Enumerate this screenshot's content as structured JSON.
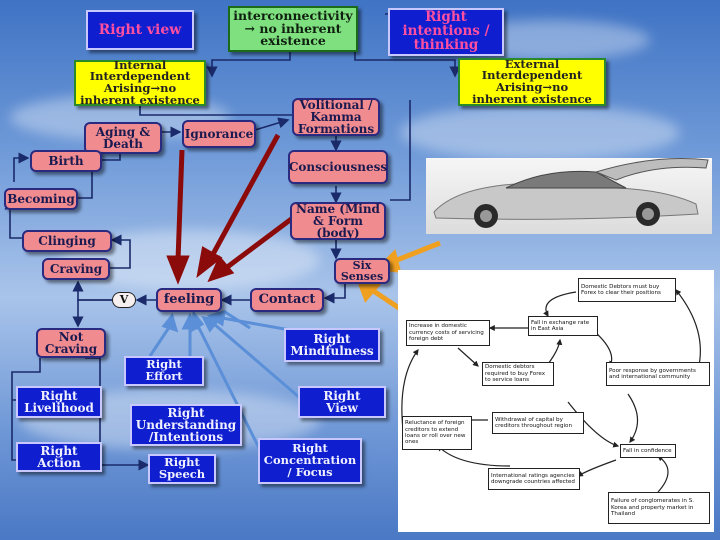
{
  "nodes": {
    "right_view": "Right view",
    "interconnectivity": "interconnectivity\n→ no inherent\nexistence",
    "right_intentions": "Right\nintentions /\nthinking",
    "internal": "Internal\nInterdependent\nArising→no\ninherent existence",
    "external": "External\nInterdependent\nArising→no\ninherent existence",
    "aging_death": "Aging &\nDeath",
    "ignorance": "Ignorance",
    "volitional": "Volitional /\nKamma\nFormations",
    "birth": "Birth",
    "consciousness": "Consciousness",
    "becoming": "Becoming",
    "name_form": "Name (Mind\n& Form\n(body)",
    "clinging": "Clinging",
    "craving": "Craving",
    "six_senses": "Six\nSenses",
    "v": "V",
    "feeling": "feeling",
    "contact": "Contact",
    "not_craving": "Not\nCraving",
    "right_mindfulness": "Right\nMindfulness",
    "right_effort": "Right\nEffort",
    "right_livelihood": "Right\nLivelihood",
    "right_understanding": "Right\nUnderstanding\n/Intentions",
    "right_view2": "Right\nView",
    "right_action": "Right\nAction",
    "right_speech": "Right\nSpeech",
    "right_concentration": "Right\nConcentration\n/ Focus"
  },
  "flowchart": {
    "domestic_debtors": "Domestic Debtors must buy Forex to clear their positions",
    "fall_exchange": "Fall in exchange rate in East Asia",
    "increase_currency": "Increase in domestic currency costs of servicing foreign debt",
    "domestic_debtors_required": "Domestic debtors required to buy Forex to service loans",
    "poor_response": "Poor response by governments and international community",
    "withdrawal": "Withdrawal of capital by creditors throughout region",
    "reluctance": "Reluctance of foreign creditors to extend loans or roll over new ones",
    "fall_confidence": "Fall in confidence",
    "international_ratings": "International ratings agencies downgrade countries affected",
    "failure_conglomerates": "Failure of conglomerates in S. Korea and property market in Thailand"
  },
  "colors": {
    "pink": "#f08b8f",
    "blue": "#0f1fd0",
    "yellow": "#ffff00",
    "green": "#7fe07f",
    "arrow_dark_red": "#8b0a0a",
    "arrow_blue": "#5b8fd8",
    "arrow_orange": "#f0a020"
  },
  "icons": [
    "car-photo",
    "red-arrow",
    "blue-arrow",
    "orange-arrow"
  ]
}
